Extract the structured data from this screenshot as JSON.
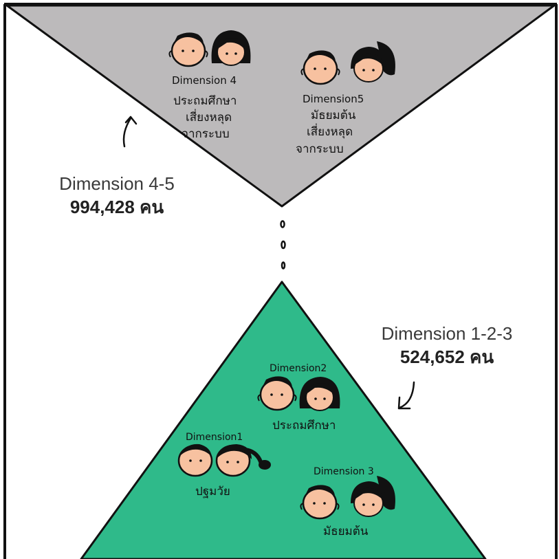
{
  "colors": {
    "upper_fill": "#bcbabb",
    "lower_fill": "#2fba8a",
    "outline": "#111111",
    "skin": "#f7c1a0",
    "hair": "#111111"
  },
  "upper_group": {
    "title": "Dimension 4-5",
    "count": "994,428 คน",
    "dimension4": {
      "label": "Dimension 4",
      "line1": "ประถมศึกษา",
      "line2": "เสี่ยงหลุด",
      "line3": "จากระบบ"
    },
    "dimension5": {
      "label": "Dimension5",
      "line1": "มัธยมต้น",
      "line2": "เสี่ยงหลุด",
      "line3": "จากระบบ"
    }
  },
  "lower_group": {
    "title": "Dimension 1-2-3",
    "count": "524,652 คน",
    "dimension1": {
      "label": "Dimension1",
      "line1": "ปฐมวัย"
    },
    "dimension2": {
      "label": "Dimension2",
      "line1": "ประถมศึกษา"
    },
    "dimension3": {
      "label": "Dimension 3",
      "line1": "มัธยมต้น"
    }
  },
  "icons": [
    "arrow-up-icon",
    "arrow-down-icon",
    "drip-icon"
  ]
}
